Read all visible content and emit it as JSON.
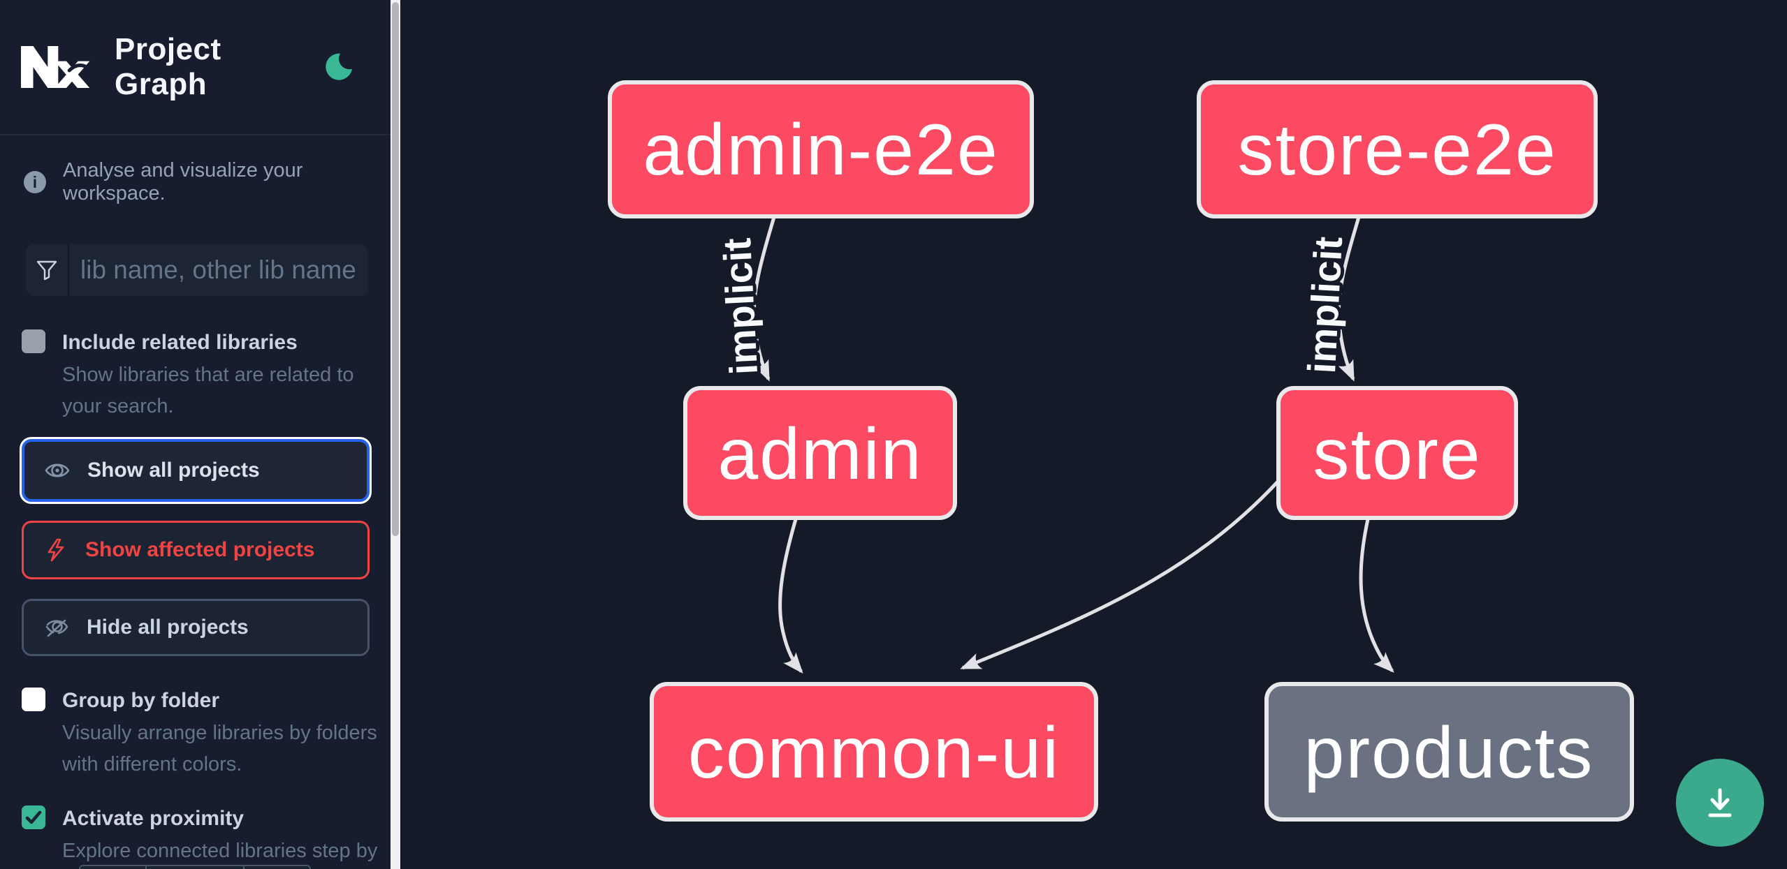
{
  "header": {
    "title": "Project Graph",
    "tagline": "Analyse and visualize your workspace."
  },
  "search": {
    "placeholder": "lib name, other lib name",
    "value": ""
  },
  "options": {
    "include_related": {
      "label": "Include related libraries",
      "description": "Show libraries that are related to your search.",
      "checked": false
    },
    "group_by_folder": {
      "label": "Group by folder",
      "description": "Visually arrange libraries by folders with different colors.",
      "checked": false
    },
    "proximity": {
      "label": "Activate proximity",
      "description": "Explore connected libraries step by step.",
      "checked": true
    }
  },
  "actions": {
    "show_all": {
      "label": "Show all projects",
      "selected": true
    },
    "show_affected": {
      "label": "Show affected projects",
      "selected": false
    },
    "hide_all": {
      "label": "Hide all projects",
      "selected": false
    }
  },
  "graph": {
    "nodes": [
      {
        "id": "admin-e2e",
        "label": "admin-e2e",
        "type": "app"
      },
      {
        "id": "store-e2e",
        "label": "store-e2e",
        "type": "app"
      },
      {
        "id": "admin",
        "label": "admin",
        "type": "app"
      },
      {
        "id": "store",
        "label": "store",
        "type": "app"
      },
      {
        "id": "common-ui",
        "label": "common-ui",
        "type": "app"
      },
      {
        "id": "products",
        "label": "products",
        "type": "lib"
      }
    ],
    "edges": [
      {
        "source": "admin-e2e",
        "target": "admin",
        "label": "implicit"
      },
      {
        "source": "store-e2e",
        "target": "store",
        "label": "implicit"
      },
      {
        "source": "admin",
        "target": "common-ui",
        "label": ""
      },
      {
        "source": "store",
        "target": "common-ui",
        "label": ""
      },
      {
        "source": "store",
        "target": "products",
        "label": ""
      }
    ]
  },
  "fab": {
    "action": "download-graph-image"
  },
  "colors": {
    "node_app": "#fb4a62",
    "node_lib": "#6a7181",
    "accent_green": "#3ab795",
    "focus_blue": "#2563eb",
    "affected_red": "#ef4444",
    "sidebar_bg": "#171d2e",
    "canvas_bg": "#141a28"
  }
}
